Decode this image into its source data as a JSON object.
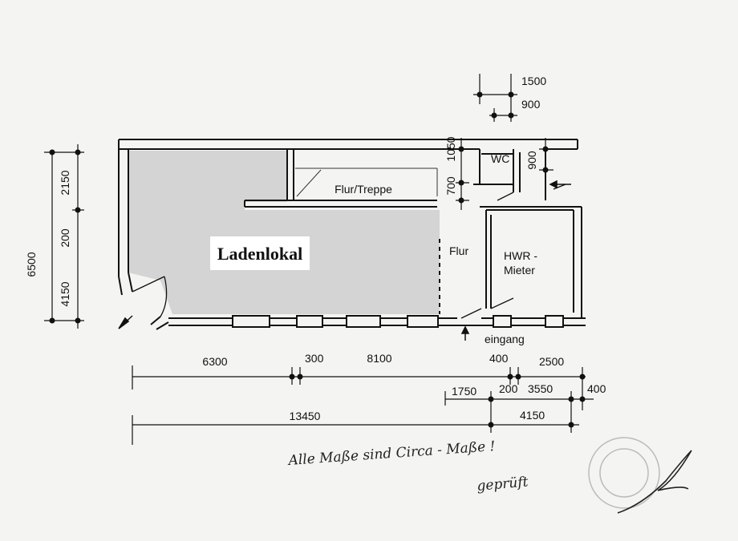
{
  "rooms": {
    "ladenlokal": "Ladenlokal",
    "flur_treppe": "Flur/Treppe",
    "wc": "WC",
    "flur": "Flur",
    "hwr_line1": "HWR -",
    "hwr_line2": "Mieter",
    "eingang": "eingang"
  },
  "dimensions": {
    "left_total": "6500",
    "left_upper": "2150",
    "left_middle": "200",
    "left_lower": "4150",
    "top_1500": "1500",
    "top_900": "900",
    "vert_1050": "1050",
    "vert_700": "700",
    "vert_900": "900",
    "row1": [
      "6300",
      "300",
      "8100",
      "400",
      "2500"
    ],
    "row2": [
      "1750",
      "200",
      "3550",
      "400"
    ],
    "row3_total": "13450",
    "row3_right": "4150"
  },
  "note": {
    "line1": "Alle Maße sind Circa - Maße !",
    "line2": "geprüft"
  },
  "colors": {
    "shop_fill": "#d4d4d4",
    "wall": "#111111",
    "paper": "#f4f4f2"
  }
}
